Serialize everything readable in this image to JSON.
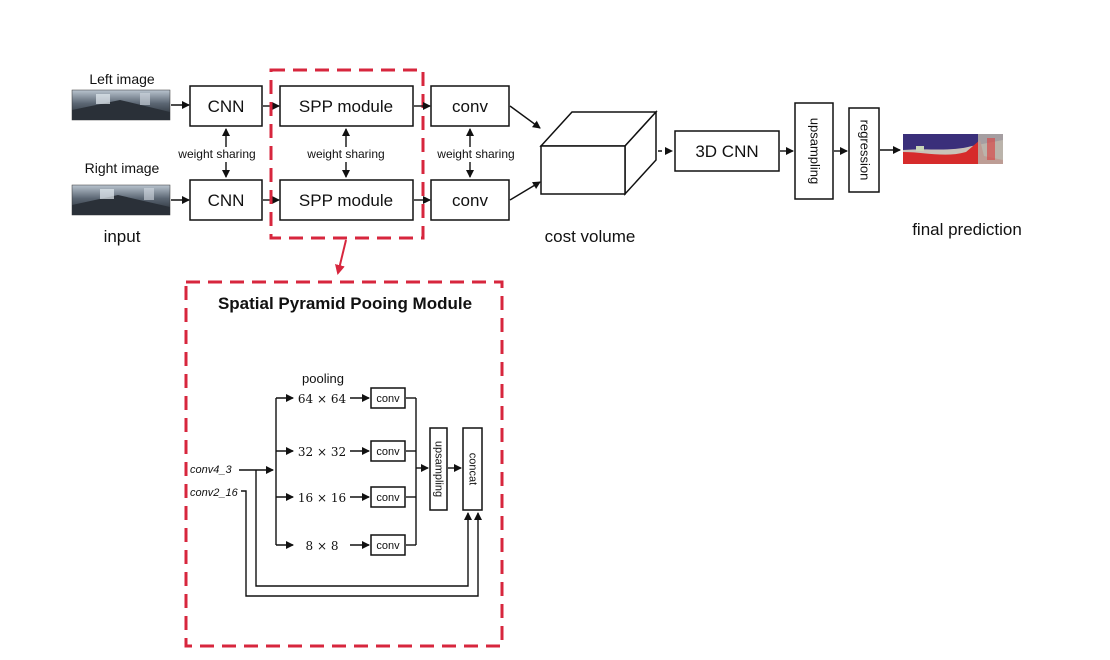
{
  "pipeline": {
    "left_image_label": "Left image",
    "right_image_label": "Right image",
    "input_label": "input",
    "cnn_label": "CNN",
    "spp_label": "SPP module",
    "conv_label": "conv",
    "weight_sharing_label": "weight sharing",
    "cost_volume_label": "cost volume",
    "cnn3d_label": "3D CNN",
    "upsampling_label": "upsampling",
    "regression_label": "regression",
    "final_prediction_label": "final prediction"
  },
  "spp_detail": {
    "title": "Spatial Pyramid Pooing Module",
    "pooling_label": "pooling",
    "pool_sizes": [
      "64 × 64",
      "32 × 32",
      "16 × 16",
      "8 × 8"
    ],
    "conv_label": "conv",
    "upsampling_label": "upsampling",
    "concat_label": "concat",
    "input_a": "conv4_3",
    "input_b": "conv2_16"
  },
  "colors": {
    "highlight": "#d7263d",
    "stroke": "#111111"
  }
}
